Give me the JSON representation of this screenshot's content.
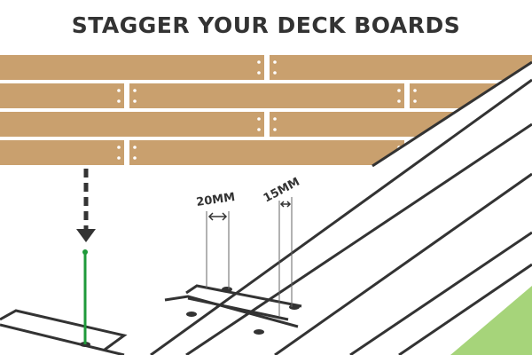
{
  "title": "STAGGER YOUR DECK BOARDS",
  "labels": {
    "gap_1": "20MM",
    "gap_2": "15MM"
  },
  "colors": {
    "title": "#333333",
    "board_fill": "#c9a06e",
    "outline": "#333333",
    "grass": "#a6d47a",
    "guide_pin": "#1f9a3a",
    "arrow": "#333333"
  }
}
